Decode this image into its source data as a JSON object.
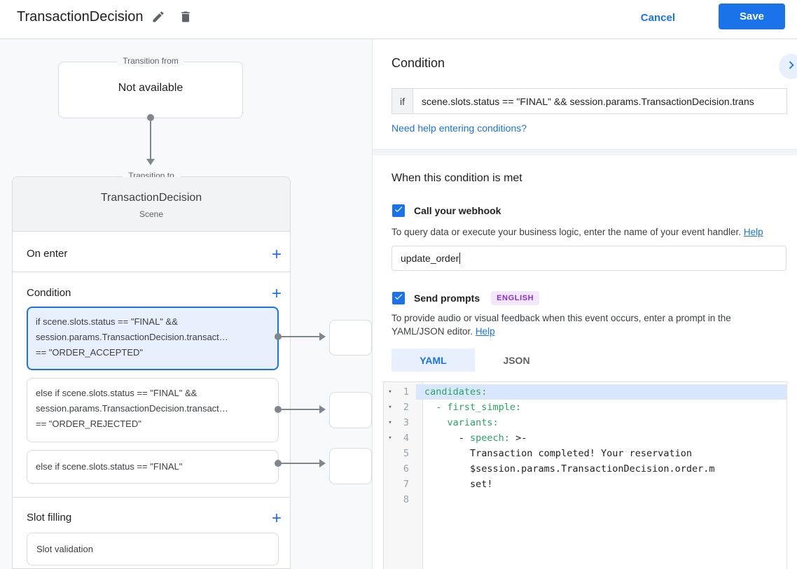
{
  "header": {
    "title": "TransactionDecision",
    "cancel_label": "Cancel",
    "save_label": "Save"
  },
  "diagram": {
    "transition_from": {
      "legend": "Transition from",
      "content": "Not available"
    },
    "transition_to": {
      "legend": "Transition to",
      "title": "TransactionDecision",
      "subtitle": "Scene"
    },
    "sections": {
      "on_enter": "On enter",
      "condition": "Condition",
      "slot_filling": "Slot filling",
      "slot_validation": "Slot validation",
      "add_label": "+"
    },
    "conditions": [
      {
        "line1": "if scene.slots.status == \"FINAL\" &&",
        "line2": "session.params.TransactionDecision.transact…",
        "line3": "== \"ORDER_ACCEPTED\""
      },
      {
        "line1": "else if scene.slots.status == \"FINAL\" &&",
        "line2": "session.params.TransactionDecision.transact…",
        "line3": "== \"ORDER_REJECTED\""
      },
      {
        "line1": "else if scene.slots.status == \"FINAL\""
      }
    ]
  },
  "panel": {
    "title": "Condition",
    "if_label": "if",
    "if_value": "scene.slots.status == \"FINAL\" && session.params.TransactionDecision.trans",
    "help_link": "Need help entering conditions?",
    "met_heading": "When this condition is met",
    "webhook": {
      "label": "Call your webhook",
      "desc": "To query data or execute your business logic, enter the name of your event handler.",
      "help": "Help",
      "value": "update_order"
    },
    "prompts": {
      "label": "Send prompts",
      "badge": "ENGLISH",
      "desc": "To provide audio or visual feedback when this event occurs, enter a prompt in the YAML/JSON editor.",
      "help": "Help"
    },
    "tabs": {
      "yaml": "YAML",
      "json": "JSON"
    }
  },
  "editor": {
    "lines": [
      {
        "n": "1",
        "fold": "▾",
        "green": "candidates:"
      },
      {
        "n": "2",
        "fold": "▾",
        "pre": "  ",
        "green": "- first_simple:"
      },
      {
        "n": "3",
        "fold": "▾",
        "pre": "    ",
        "green": "variants:"
      },
      {
        "n": "4",
        "fold": "▾",
        "pre": "      - ",
        "green": "speech:",
        "post": " >-"
      },
      {
        "n": "5",
        "pre": "        Transaction completed! Your reservation"
      },
      {
        "n": "6",
        "pre": "        $session.params.TransactionDecision.order.m"
      },
      {
        "n": "7",
        "pre": "        set!"
      },
      {
        "n": "8"
      }
    ]
  },
  "colors": {
    "accent": "#1a73e8",
    "selected_bg": "#e8f0fe",
    "code_green": "#28a561",
    "badge_bg": "#f2e7fe",
    "badge_text": "#8430ce"
  }
}
